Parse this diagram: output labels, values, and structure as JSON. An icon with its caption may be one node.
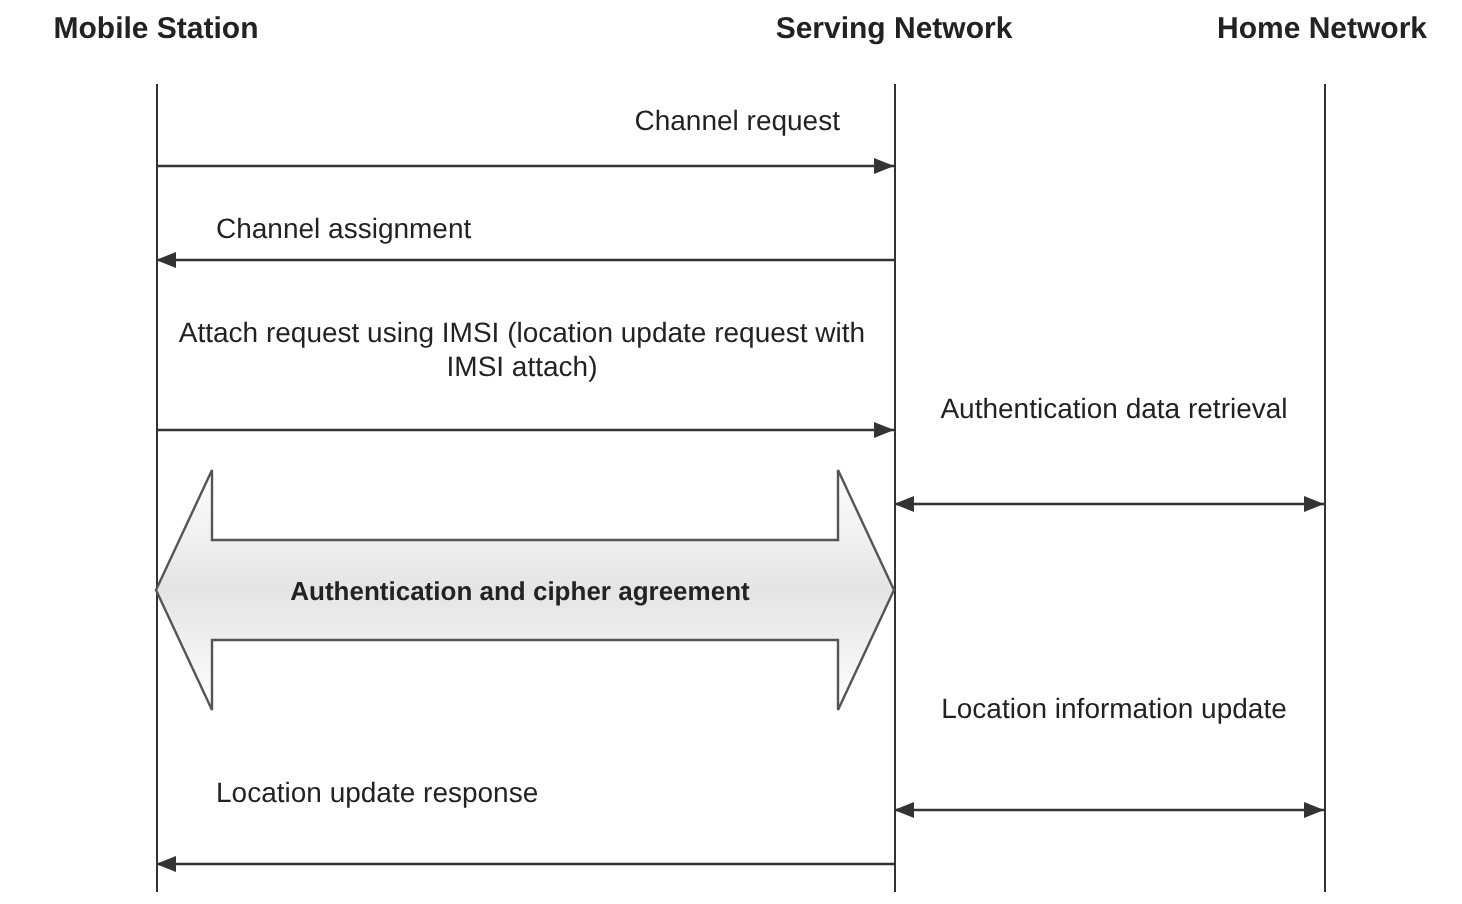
{
  "diagram": {
    "nodes": [
      {
        "text": [
          "Mobile Station"
        ]
      },
      {
        "text": [
          "Serving Network"
        ]
      },
      {
        "text": [
          "Home Network"
        ]
      }
    ],
    "edges": [
      {
        "from": 0,
        "to": 1,
        "arrow": "to",
        "label": "Channel request"
      },
      {
        "from": 1,
        "to": 0,
        "arrow": "to",
        "label": "Channel assignment"
      },
      {
        "from": 0,
        "to": 1,
        "arrow": "to",
        "label": "Attach request using IMSI (location update request with IMSI attach)"
      },
      {
        "from": 1,
        "to": 2,
        "arrow": "both",
        "label": "Authentication data retrieval"
      },
      {
        "from": 0,
        "to": 1,
        "arrow": "both",
        "label": "Authentication and cipher agreement",
        "style": "thick"
      },
      {
        "from": 1,
        "to": 2,
        "arrow": "both",
        "label": "Location information update"
      },
      {
        "from": 1,
        "to": 0,
        "arrow": "to",
        "label": "Location update response"
      }
    ]
  }
}
